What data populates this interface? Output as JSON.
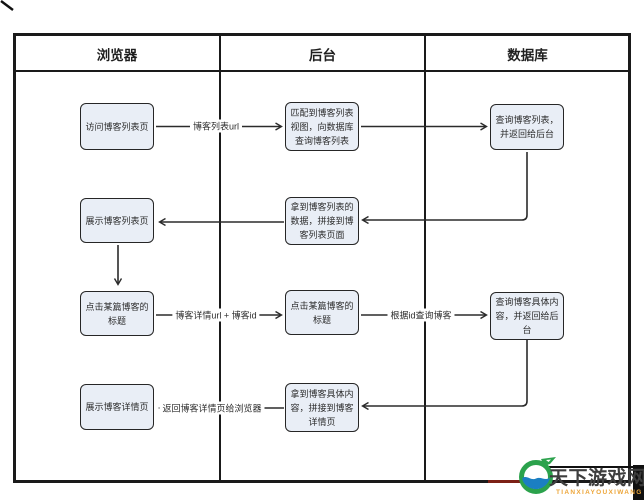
{
  "diagram": {
    "lanes": [
      {
        "label": "浏览器"
      },
      {
        "label": "后台"
      },
      {
        "label": "数据库"
      }
    ],
    "nodes": {
      "visit_list_page": "访问博客列表页",
      "match_list_view": "匹配到博客列表视图，向数据库查询博客列表",
      "query_blog_list": "查询博客列表，并返回给后台",
      "get_list_data": "拿到博客列表的数据，拼接到博客列表页面",
      "show_list_page": "展示博客列表页",
      "click_title_browser": "点击某篇博客的标题",
      "click_title_backend": "点击某篇博客的标题",
      "query_blog_content": "查询博客具体内容，并返回给后台",
      "get_blog_content": "拿到博客具体内容，拼接到博客详情页",
      "show_detail_page": "展示博客详情页"
    },
    "edge_labels": {
      "list_url": "博客列表url",
      "detail_url_id": "博客详情url + 博客id",
      "query_by_id": "根据id查询博客",
      "return_detail": "返回博客详情页给浏览器"
    }
  },
  "watermark": {
    "title": "天下游戏网",
    "subtitle": "TIANXIAYOUXIWANG",
    "brand_green": "#2ba24c",
    "brand_blue": "#1b7fc2",
    "brand_orange": "#eda63a"
  },
  "colors": {
    "node_fill": "#e9eef6",
    "line": "#2b2b2b",
    "frame": "#1a1a1a"
  }
}
